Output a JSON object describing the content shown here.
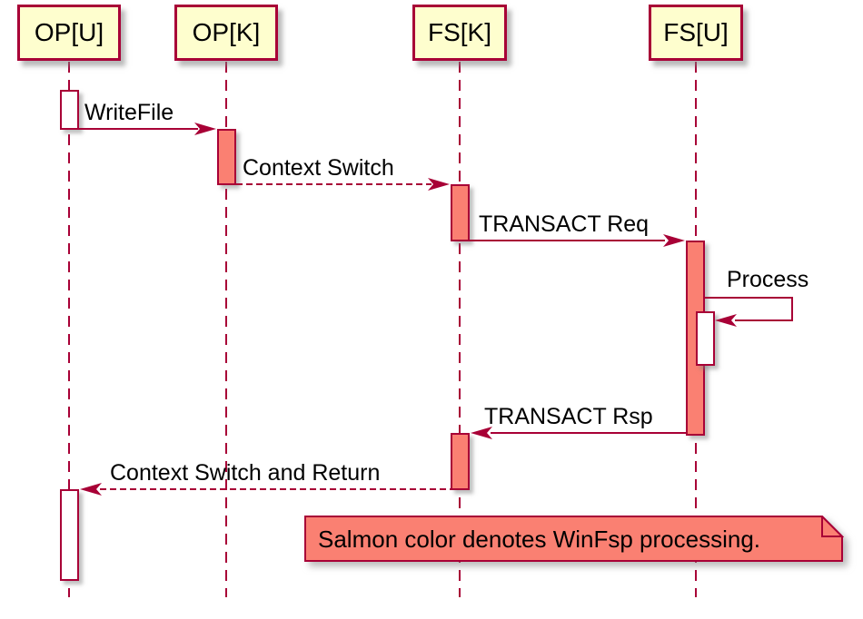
{
  "participants": [
    {
      "label": "OP[U]"
    },
    {
      "label": "OP[K]"
    },
    {
      "label": "FS[K]"
    },
    {
      "label": "FS[U]"
    }
  ],
  "messages": {
    "write_file": {
      "label": "WriteFile",
      "style": "solid",
      "from": "OP[U]",
      "to": "OP[K]"
    },
    "context_switch": {
      "label": "Context Switch",
      "style": "dashed",
      "from": "OP[K]",
      "to": "FS[K]"
    },
    "transact_req": {
      "label": "TRANSACT Req",
      "style": "solid",
      "from": "FS[K]",
      "to": "FS[U]"
    },
    "process": {
      "label": "Process",
      "style": "solid-self",
      "from": "FS[U]",
      "to": "FS[U]"
    },
    "transact_rsp": {
      "label": "TRANSACT Rsp",
      "style": "solid",
      "from": "FS[U]",
      "to": "FS[K]"
    },
    "context_switch_return": {
      "label": "Context Switch and Return",
      "style": "dashed",
      "from": "FS[K]",
      "to": "OP[U]"
    }
  },
  "note": {
    "text": "Salmon color denotes WinFsp processing."
  },
  "colors": {
    "border": "#A80036",
    "participant_fill": "#FEFECE",
    "salmon": "#FA8072",
    "activation_white": "#FFFFFF",
    "background": "#FFFFFF",
    "text": "#000000"
  }
}
